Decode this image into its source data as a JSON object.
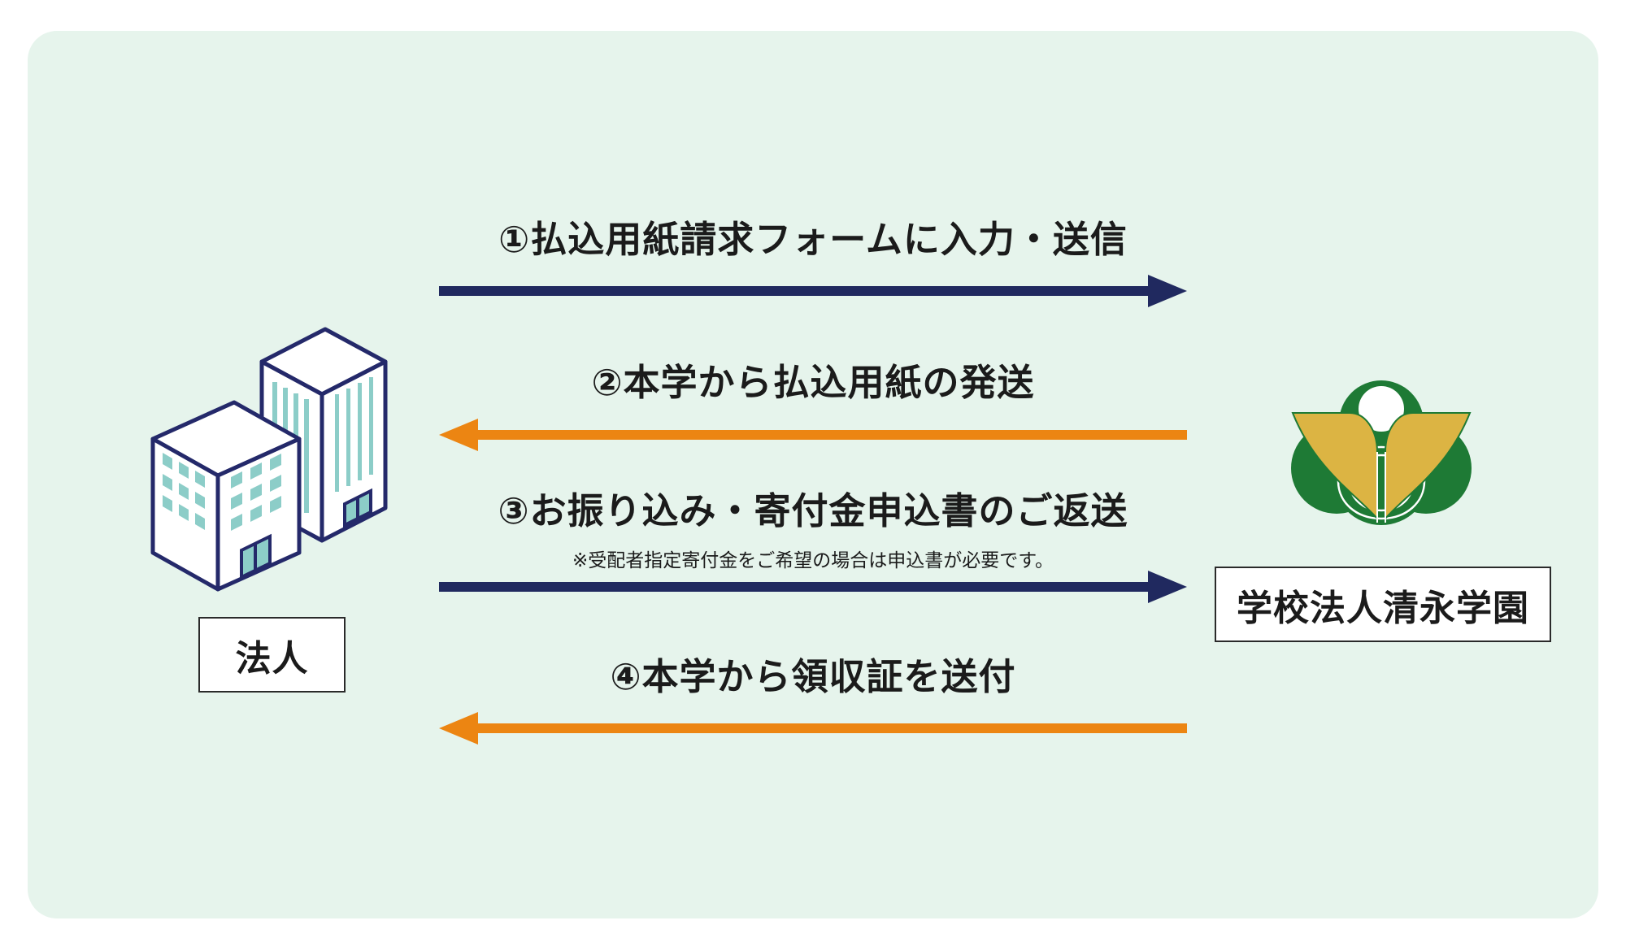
{
  "steps": [
    {
      "label": "①払込用紙請求フォームに入力・送信",
      "direction": "right"
    },
    {
      "label": "②本学から払込用紙の発送",
      "direction": "left"
    },
    {
      "label": "③お振り込み・寄付金申込書のご返送",
      "direction": "right",
      "note": "※受配者指定寄付金をご希望の場合は申込書が必要です。"
    },
    {
      "label": "④本学から領収証を送付",
      "direction": "left"
    }
  ],
  "left_party": {
    "label": "法人",
    "icon": "office-buildings-icon"
  },
  "right_party": {
    "label": "学校法人清永学園",
    "icon": "school-emblem-icon"
  },
  "colors": {
    "panel_bg": "#e6f4ec",
    "arrow_navy": "#20295f",
    "arrow_orange": "#ec8512",
    "building_outline": "#24296a",
    "building_accent": "#8ccdc8",
    "emblem_green": "#1e7a35",
    "emblem_gold": "#dcb443"
  }
}
